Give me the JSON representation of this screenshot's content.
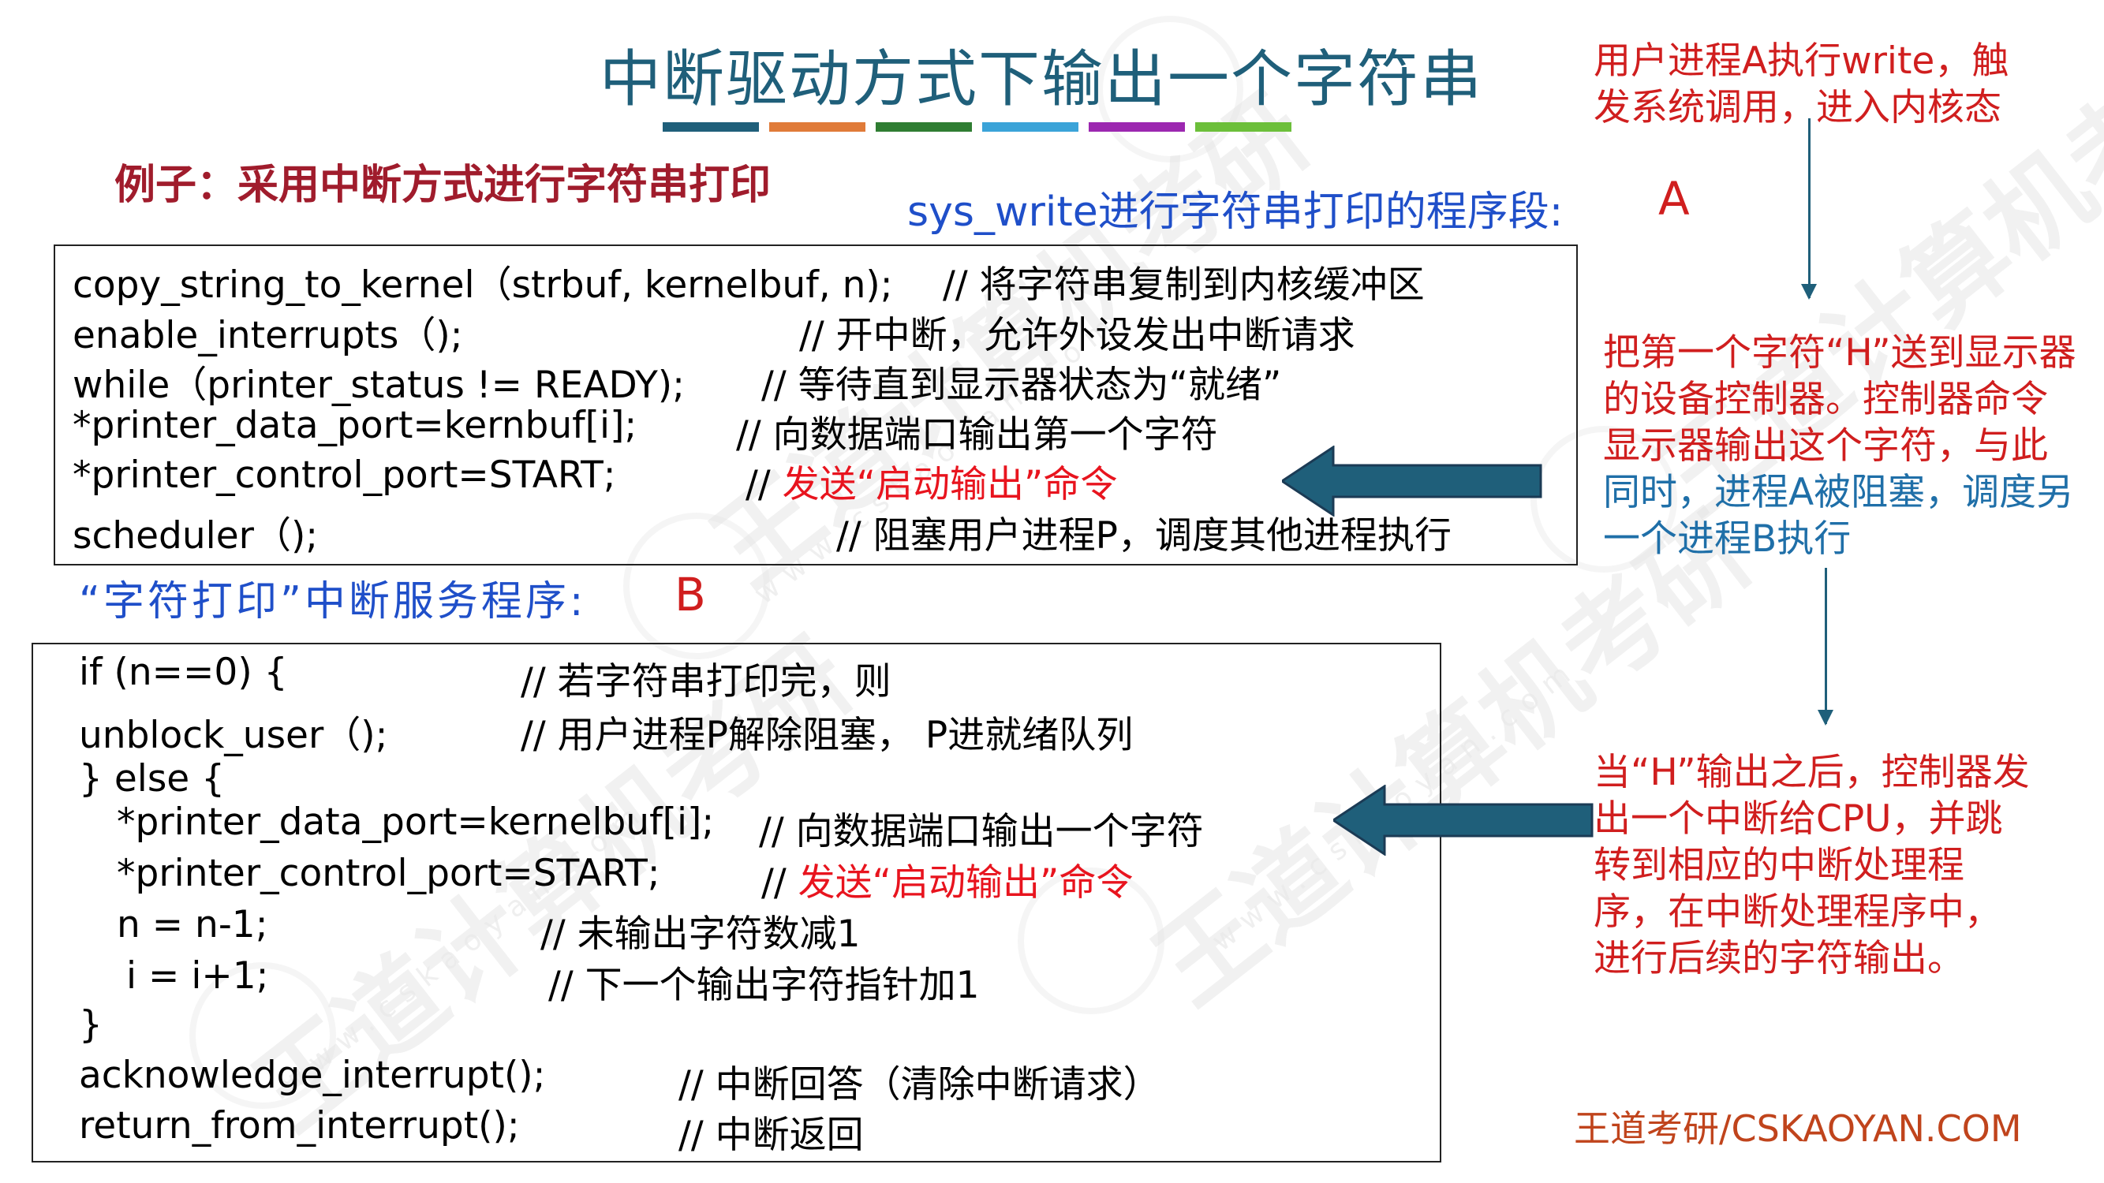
{
  "title": "中断驱动方式下输出一个字符串",
  "colors": {
    "title": "#1f5f7a",
    "accent_bars": [
      "#1f5f7a",
      "#e07b39",
      "#2f7d32",
      "#3aa3d8",
      "#9c27b0",
      "#6cbf3a"
    ],
    "red": "#e8141e",
    "blue": "#1f4fc9",
    "arrow": "#1f5f7a"
  },
  "example_label": "例子：采用中断方式进行字符串打印",
  "section_a": {
    "label": "sys_write进行字符串打印的程序段:",
    "letter": "A"
  },
  "code_a": [
    {
      "code": "copy_string_to_kernel（strbuf, kernelbuf, n);",
      "comment": "// 将字符串复制到内核缓冲区"
    },
    {
      "code": "enable_interrupts（);",
      "comment": "// 开中断，允许外设发出中断请求"
    },
    {
      "code": "while（printer_status != READY);",
      "comment": "// 等待直到显示器状态为“就绪”"
    },
    {
      "code": "*printer_data_port=kernbuf[i];",
      "comment": "// 向数据端口输出第一个字符"
    },
    {
      "code": "*printer_control_port=START;",
      "comment_prefix": "// ",
      "comment_red": "发送“启动输出”命令"
    },
    {
      "code": "scheduler（);",
      "comment": "// 阻塞用户进程P，调度其他进程执行"
    }
  ],
  "section_b": {
    "label": "“字符打印”中断服务程序:",
    "letter": "B"
  },
  "code_b": [
    {
      "code": "if (n==0) {",
      "comment": "// 若字符串打印完，则"
    },
    {
      "code": "unblock_user（);",
      "comment": "// 用户进程P解除阻塞， P进就绪队列"
    },
    {
      "code": "} else {",
      "comment": ""
    },
    {
      "code": "*printer_data_port=kernelbuf[i];",
      "comment": "// 向数据端口输出一个字符"
    },
    {
      "code": "*printer_control_port=START;",
      "comment_prefix": "// ",
      "comment_red": "发送“启动输出”命令"
    },
    {
      "code": "n  = n-1;",
      "comment": "// 未输出字符数减1"
    },
    {
      "code": "i  = i+1;",
      "comment": "// 下一个输出字符指针加1"
    },
    {
      "code": "}",
      "comment": ""
    },
    {
      "code": "acknowledge_interrupt();",
      "comment": "// 中断回答（清除中断请求）"
    },
    {
      "code": "return_from_interrupt();",
      "comment": "// 中断返回"
    }
  ],
  "notes": {
    "note_1": "用户进程A执行write，触发系统调用，进入内核态",
    "note_2_red": "把第一个字符“H”送到显示器的设备控制器。控制器命令显示器输出这个字符，与此",
    "note_2_blue": "同时，进程A被阻塞，调度另一个进程B执行",
    "note_3": "当“H”输出之后，控制器发出一个中断给CPU，并跳转到相应的中断处理程序，在中断处理程序中，进行后续的字符输出。"
  },
  "footer": "王道考研/CSKAOYAN.COM"
}
